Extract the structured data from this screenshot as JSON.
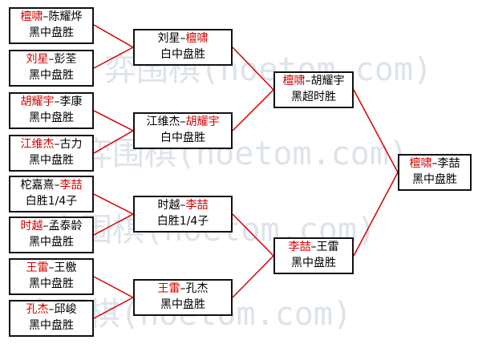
{
  "watermark": "弈围棋(hoetom.com)",
  "line_color": "#d40000",
  "boxes": {
    "r1_1": {
      "a": "檀啸",
      "sep": "–",
      "b": "陈耀烨",
      "winner": "a",
      "result": "黑中盘胜"
    },
    "r1_2": {
      "a": "刘星",
      "sep": "–",
      "b": "彭荃",
      "winner": "a",
      "result": "黑中盘胜"
    },
    "r1_3": {
      "a": "胡耀宇",
      "sep": "–",
      "b": "李康",
      "winner": "a",
      "result": "黑中盘胜"
    },
    "r1_4": {
      "a": "江维杰",
      "sep": "–",
      "b": "古力",
      "winner": "a",
      "result": "黑中盘胜"
    },
    "r1_5": {
      "a": "柁嘉熹",
      "sep": "–",
      "b": "李喆",
      "winner": "b",
      "result": "白胜1/4子"
    },
    "r1_6": {
      "a": "时越",
      "sep": "–",
      "b": "孟泰龄",
      "winner": "a",
      "result": "黑中盘胜"
    },
    "r1_7": {
      "a": "王雷",
      "sep": "–",
      "b": "王檄",
      "winner": "a",
      "result": "黑中盘胜"
    },
    "r1_8": {
      "a": "孔杰",
      "sep": "–",
      "b": "邱峻",
      "winner": "a",
      "result": "黑中盘胜"
    },
    "r2_1": {
      "a": "刘星",
      "sep": "–",
      "b": "檀啸",
      "winner": "b",
      "result": "白中盘胜"
    },
    "r2_2": {
      "a": "江维杰",
      "sep": "–",
      "b": "胡耀宇",
      "winner": "b",
      "result": "白中盘胜"
    },
    "r2_3": {
      "a": "时越",
      "sep": "–",
      "b": "李喆",
      "winner": "b",
      "result": "白胜1/4子"
    },
    "r2_4": {
      "a": "王雷",
      "sep": "–",
      "b": "孔杰",
      "winner": "a",
      "result": "黑中盘胜"
    },
    "r3_1": {
      "a": "檀啸",
      "sep": "–",
      "b": "胡耀宇",
      "winner": "a",
      "result": "黑超时胜"
    },
    "r3_2": {
      "a": "李喆",
      "sep": "–",
      "b": "王雷",
      "winner": "a",
      "result": "黑中盘胜"
    },
    "final": {
      "a": "檀啸",
      "sep": "–",
      "b": "李喆",
      "winner": "a",
      "result": "黑中盘胜"
    }
  }
}
